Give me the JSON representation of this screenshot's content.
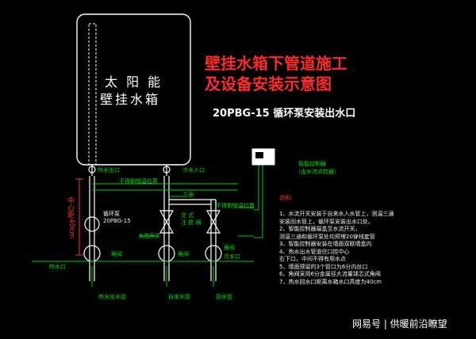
{
  "title": {
    "line1": "壁挂水箱下管道施工",
    "line2": "及设备安装示意图",
    "model": "20PBG-15  循环泵安装出水口"
  },
  "tank": {
    "line1": "太 阳 能",
    "line2": "壁挂水箱"
  },
  "labels": {
    "hot_out": "热水出口",
    "cold_in": "冷水入口",
    "not_heated_1": "不得剩增温位置",
    "not_heated_2": "不得剩增温位置",
    "tee": "三通",
    "cross": "交 式",
    "cross2": "注 挂 阀",
    "pump_a": "循环泵",
    "pump_b": "20PBG-15",
    "cold_pipe_label": "水流开关",
    "valve_left": "角阀",
    "valve_mid": "角阀",
    "valve_right": "角阀",
    "hot_port": "热水口",
    "cold_port": "冷水口",
    "hot_pipe": "热水出水管",
    "cold_pipe": "自来水管",
    "return_pipe": "回水管",
    "center_dim": "中心距",
    "center_dim_val": "40cm",
    "controller_1": "智能控制器",
    "controller_2": "（含水流点控器）",
    "notes_head": "说明:"
  },
  "notes": [
    "1、水流开关安装于自来水入水管上，测温三通",
    "    安装回水管上，循环泵安装出水口处。",
    "2、智能控制器端盒至水流开关，",
    "    测温三通和循环泵处均预埋20穿线套管",
    "3、智能控制器安装在墙面双联墙盒内",
    "",
    "4、热水出水管道往口控中心",
    "    右下口，中间不得有用水点",
    "5、墙面预留的3个管口为6分内丝口",
    "6、角阀采用6分金属径大流量球芯式角阀",
    "7、热水回水口距离水箱水口高度为40cm"
  ],
  "watermark": "网易号 | 供暖前沿瞭望",
  "colors": {
    "pipe": "#ffffff",
    "annot": "#00d000",
    "title": "#ff2a2a",
    "dim": "#ff3030"
  }
}
